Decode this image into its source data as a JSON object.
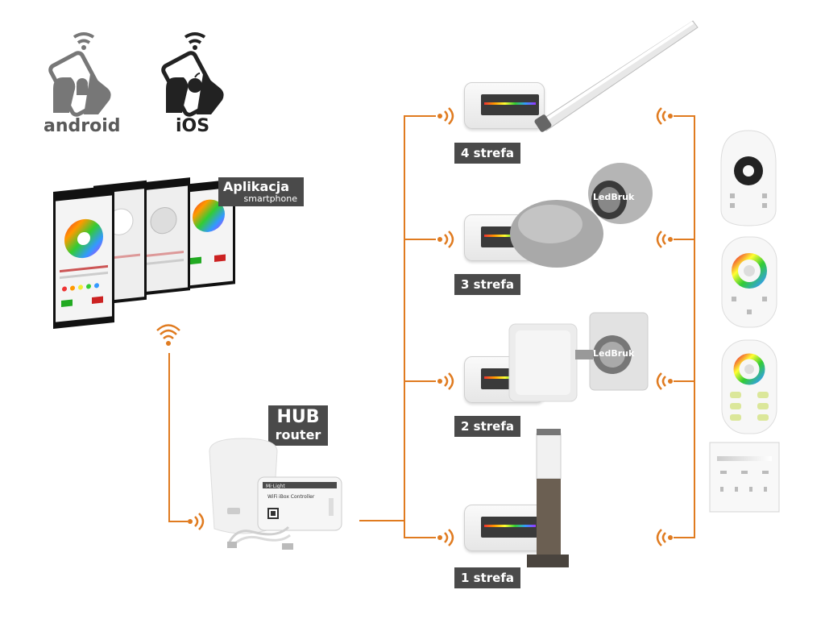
{
  "os": {
    "android_label": "android",
    "ios_label": "iOS"
  },
  "app_label": {
    "title": "Aplikacja",
    "subtitle": "smartphone"
  },
  "hub_label": {
    "line1": "HUB",
    "line2": "router"
  },
  "zones": [
    {
      "label": "4 strefa"
    },
    {
      "label": "3 strefa"
    },
    {
      "label": "2 strefa"
    },
    {
      "label": "1 strefa"
    }
  ],
  "product_brand": "LedBruk",
  "device_brand": "Mi·Light",
  "hub_device_text": "WiFi iBox Controller",
  "colors": {
    "wire": "#e07b20",
    "label_bg": "#4a4a4a",
    "os_icon": "#5a5a5a"
  }
}
